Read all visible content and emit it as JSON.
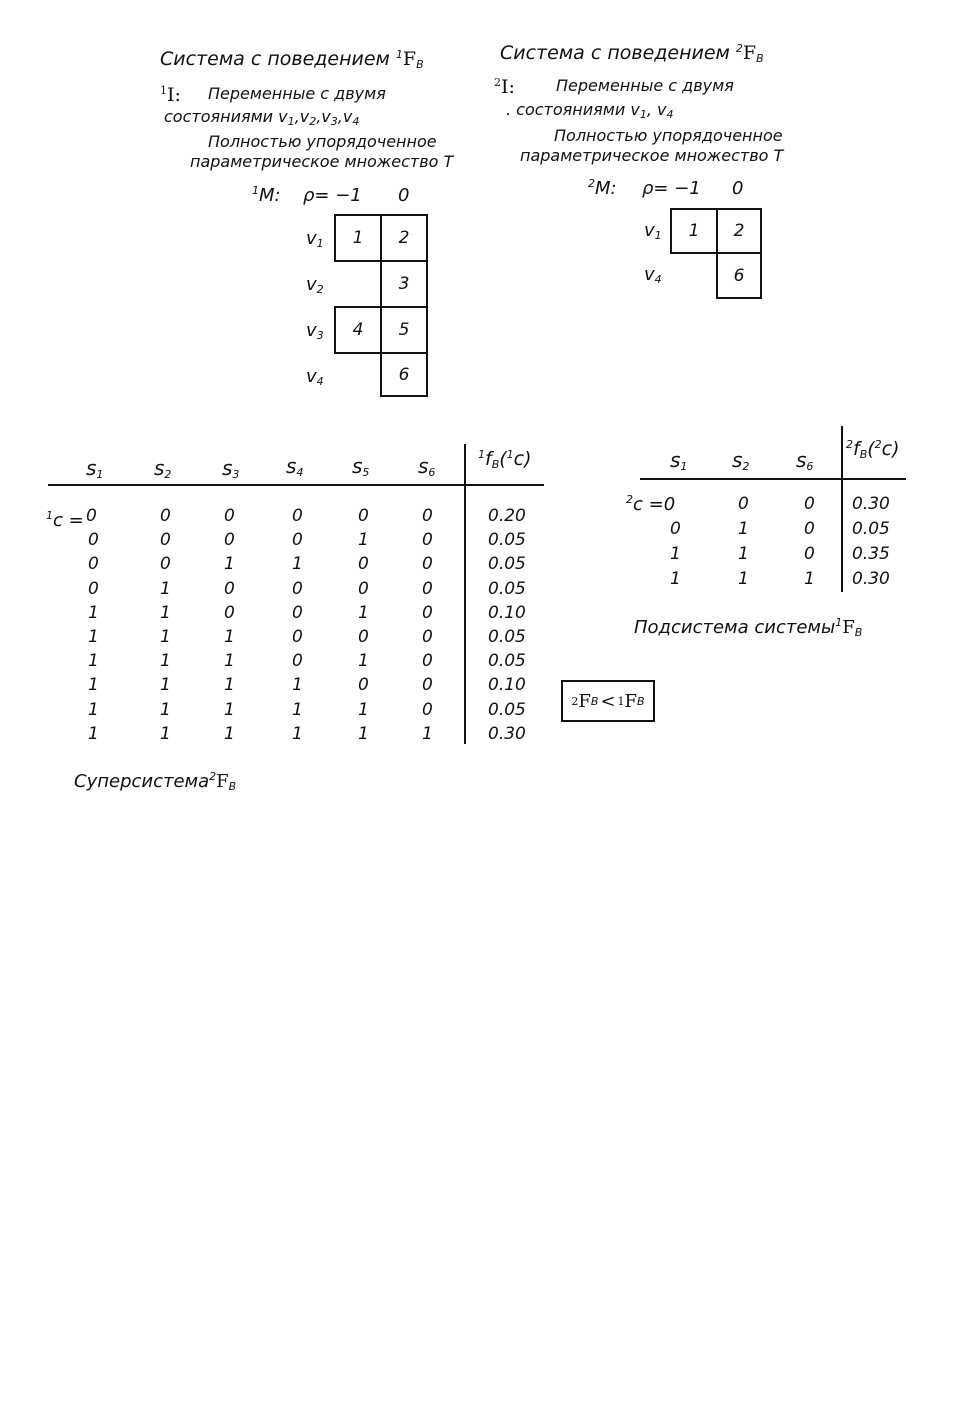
{
  "left_system": {
    "title": "Система с поведением",
    "title_sup": "1",
    "title_F": "F",
    "title_sub": "B",
    "I_sup": "1",
    "I_label": "I:",
    "vars_line1": "Переменные с двумя",
    "vars_line2": "состояниями",
    "vars_list": [
      "v",
      "1",
      ",v",
      "2",
      ",v",
      "3",
      ",v",
      "4"
    ],
    "param_line1": "Полностью упорядоченное",
    "param_line2": "параметрическое множество T",
    "M_sup": "1",
    "M_label": "M:",
    "rho_label": "ρ= −1",
    "rho_zero": "0",
    "mask_rows": [
      {
        "var": "v",
        "sub": "1",
        "cells": [
          "1",
          "2"
        ]
      },
      {
        "var": "v",
        "sub": "2",
        "cells": [
          "",
          "3"
        ]
      },
      {
        "var": "v",
        "sub": "3",
        "cells": [
          "4",
          "5"
        ]
      },
      {
        "var": "v",
        "sub": "4",
        "cells": [
          "",
          "6"
        ]
      }
    ]
  },
  "right_system": {
    "title": "Система с поведением",
    "title_sup": "2",
    "title_F": "F",
    "title_sub": "B",
    "I_sup": "2",
    "I_label": "I:",
    "vars_line1": "Переменные с двумя",
    "vars_line2": ". состояниями",
    "vars_list": [
      "v",
      "1",
      ", v",
      "4"
    ],
    "param_line1": "Полностью упорядоченное",
    "param_line2": "параметрическое множество T",
    "M_sup": "2",
    "M_label": "M:",
    "rho_label": "ρ= −1",
    "rho_zero": "0",
    "mask_rows": [
      {
        "var": "v",
        "sub": "1",
        "cells": [
          "1",
          "2"
        ]
      },
      {
        "var": "v",
        "sub": "4",
        "cells": [
          "",
          "6"
        ]
      }
    ]
  },
  "left_table": {
    "headers": [
      {
        "s": "s",
        "sub": "1"
      },
      {
        "s": "s",
        "sub": "2"
      },
      {
        "s": "s",
        "sub": "3"
      },
      {
        "s": "s",
        "sub": "4"
      },
      {
        "s": "s",
        "sub": "5"
      },
      {
        "s": "s",
        "sub": "6"
      }
    ],
    "prob_header": {
      "pre_sup": "1",
      "f": "f",
      "sub": "B",
      "open": "(",
      "c_sup": "1",
      "c": "c",
      "close": ")"
    },
    "first_row_label": {
      "sup": "1",
      "text": "c = "
    },
    "rows": [
      [
        "0",
        "0",
        "0",
        "0",
        "0",
        "0",
        "0.20"
      ],
      [
        "0",
        "0",
        "0",
        "0",
        "1",
        "0",
        "0.05"
      ],
      [
        "0",
        "0",
        "1",
        "1",
        "0",
        "0",
        "0.05"
      ],
      [
        "0",
        "1",
        "0",
        "0",
        "0",
        "0",
        "0.05"
      ],
      [
        "1",
        "1",
        "0",
        "0",
        "1",
        "0",
        "0.10"
      ],
      [
        "1",
        "1",
        "1",
        "0",
        "0",
        "0",
        "0.05"
      ],
      [
        "1",
        "1",
        "1",
        "0",
        "1",
        "0",
        "0.05"
      ],
      [
        "1",
        "1",
        "1",
        "1",
        "0",
        "0",
        "0.10"
      ],
      [
        "1",
        "1",
        "1",
        "1",
        "1",
        "0",
        "0.05"
      ],
      [
        "1",
        "1",
        "1",
        "1",
        "1",
        "1",
        "0.30"
      ]
    ],
    "caption": "Суперсистема",
    "caption_sup": "2",
    "caption_F": "F",
    "caption_sub": "B"
  },
  "right_table": {
    "headers": [
      {
        "s": "s",
        "sub": "1"
      },
      {
        "s": "s",
        "sub": "2"
      },
      {
        "s": "s",
        "sub": "6"
      }
    ],
    "prob_header": {
      "pre_sup": "2",
      "f": "f",
      "sub": "B",
      "open": "(",
      "c_sup": "2",
      "c": "c",
      "close": ")"
    },
    "first_row_label": {
      "sup": "2",
      "text": "c ="
    },
    "rows": [
      [
        "0",
        "0",
        "0",
        "0.30"
      ],
      [
        "0",
        "1",
        "0",
        "0.05"
      ],
      [
        "1",
        "1",
        "0",
        "0.35"
      ],
      [
        "1",
        "1",
        "1",
        "0.30"
      ]
    ],
    "caption": "Подсистема системы",
    "caption_sup": "1",
    "caption_F": "F",
    "caption_sub": "B"
  },
  "relation_box": {
    "left_sup": "2",
    "left_F": "F",
    "left_sub": "B",
    "op": "<",
    "right_sup": "1",
    "right_F": "F",
    "right_sub": "B"
  }
}
